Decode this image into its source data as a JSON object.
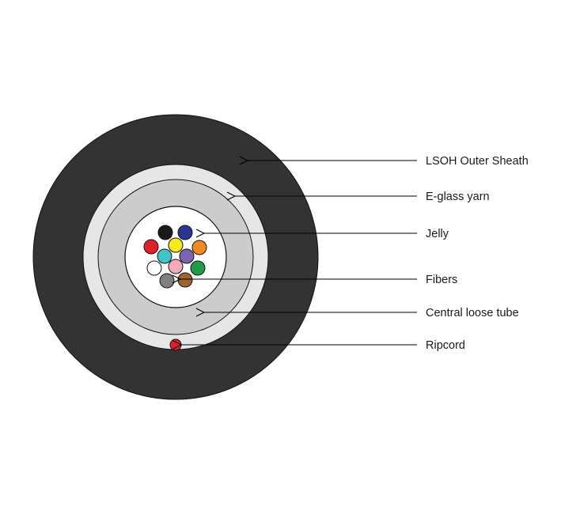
{
  "colors": {
    "sheath": "#333333",
    "yarn": "#e6e6e6",
    "tube": "#cccccc",
    "jelly": "#ffffff",
    "outline": "#111111",
    "ripcord": "#e0202a"
  },
  "fibers": [
    {
      "name": "black",
      "color": "#1a1a1a"
    },
    {
      "name": "blue",
      "color": "#2a3590"
    },
    {
      "name": "red",
      "color": "#e0202a"
    },
    {
      "name": "yellow",
      "color": "#f7e91a"
    },
    {
      "name": "orange",
      "color": "#f08a20"
    },
    {
      "name": "aqua",
      "color": "#43c3c8"
    },
    {
      "name": "violet",
      "color": "#7b64ad"
    },
    {
      "name": "white",
      "color": "#ffffff"
    },
    {
      "name": "rose",
      "color": "#f4aab9"
    },
    {
      "name": "green",
      "color": "#1f9c4a"
    },
    {
      "name": "slate",
      "color": "#808080"
    },
    {
      "name": "brown",
      "color": "#a0632b"
    }
  ],
  "labels": [
    {
      "id": "lsoh-outer-sheath",
      "text": "LSOH Outer Sheath"
    },
    {
      "id": "e-glass-yarn",
      "text": "E-glass yarn"
    },
    {
      "id": "jelly",
      "text": "Jelly"
    },
    {
      "id": "fibers",
      "text": "Fibers"
    },
    {
      "id": "central-loose-tube",
      "text": "Central loose tube"
    },
    {
      "id": "ripcord",
      "text": "Ripcord"
    }
  ]
}
